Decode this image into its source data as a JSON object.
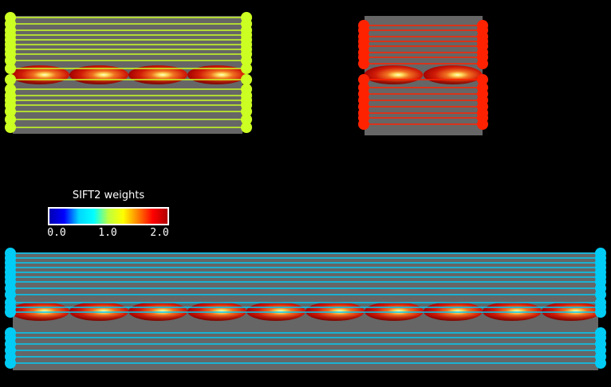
{
  "colorbar": {
    "title": "SIFT2 weights",
    "ticks": [
      "0.0",
      "1.0",
      "2.0"
    ],
    "range": [
      0.0,
      2.0
    ],
    "colormap": [
      "#0000b4",
      "#0000ff",
      "#00d7ff",
      "#00ffff",
      "#bfff40",
      "#ffff00",
      "#ff8000",
      "#ff0000",
      "#b00000"
    ]
  },
  "colors": {
    "background": "#000000",
    "slab": "#666666",
    "lobe_dark": "#a80000",
    "lobe_mid": "#e03010",
    "lobe_highlight": "#ffff80"
  },
  "panels": [
    {
      "id": "yellow",
      "streamline_color": "#ccff22",
      "lobe_count": 4
    },
    {
      "id": "red",
      "streamline_color": "#ff2200",
      "lobe_count": 2
    },
    {
      "id": "cyan",
      "streamline_color": "#00ccf5",
      "lobe_count": 10
    }
  ]
}
